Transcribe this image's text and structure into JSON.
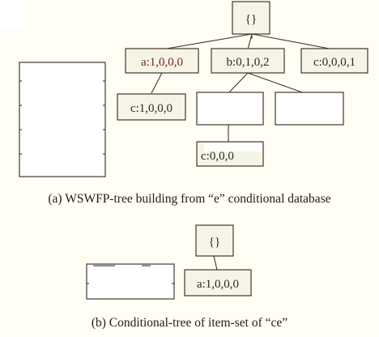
{
  "figure_a": {
    "root": "{}",
    "nodes": {
      "a": "a:1,0,0,0",
      "b": "b:0,1,0,2",
      "c_top": "c:0,0,0,1",
      "c_left": "c:1,0,0,0",
      "c_partial": "c:0,0,0"
    },
    "caption": "(a) WSWFP-tree building from “e” conditional database"
  },
  "figure_b": {
    "root": "{}",
    "nodes": {
      "a": "a:1,0,0,0"
    },
    "caption": "(b) Conditional-tree of item-set of “ce”"
  }
}
